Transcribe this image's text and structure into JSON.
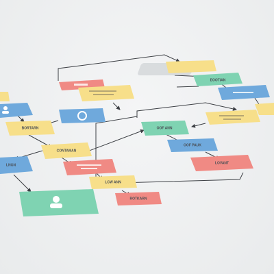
{
  "colors": {
    "yellow": "#f7df8a",
    "green": "#7fd3b2",
    "blue": "#6fa9dc",
    "red": "#f08a84",
    "line": "#3c3f44",
    "shadow": "#c9cdd1"
  },
  "nodes": {
    "top_yellow": {
      "label": ""
    },
    "top_green": {
      "label": "EOOTIAN"
    },
    "right_blue": {
      "label": ""
    },
    "right_yellow": {
      "label": ""
    },
    "right_mid_yellow": {
      "label": ""
    },
    "left_red_small": {
      "label": ""
    },
    "center_yellow_top": {
      "label": ""
    },
    "center_blue_icon": {
      "label": "",
      "icon": "refresh-icon"
    },
    "left_blue_user": {
      "label": "",
      "icon": "user-icon"
    },
    "left_yellow": {
      "label": "BORTARN"
    },
    "center_green": {
      "label": "OOF ANN"
    },
    "center_yellow": {
      "label": "CONTAMAN"
    },
    "right_blue_lower": {
      "label": "OOF PAUK"
    },
    "left_blue_lower": {
      "label": "LNGN"
    },
    "red_mid": {
      "label": ""
    },
    "red_right": {
      "label": "LOVANT"
    },
    "yellow_low": {
      "label": "LCW ANN"
    },
    "red_low": {
      "label": "ROTKARN"
    },
    "green_user": {
      "label": "",
      "icon": "user-icon"
    },
    "left_edge_yellow": {
      "label": ""
    }
  }
}
